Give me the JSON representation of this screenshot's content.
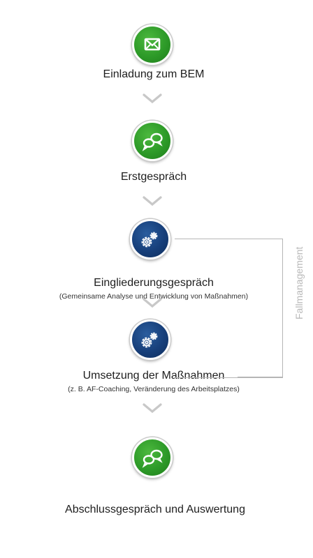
{
  "steps": [
    {
      "label": "Einladung zum BEM",
      "sub": "",
      "icon": "envelope-icon",
      "color": "#2d9a28"
    },
    {
      "label": "Erstgespräch",
      "sub": "",
      "icon": "speech-bubbles-icon",
      "color": "#2d9a28"
    },
    {
      "label": "Eingliederungsgespräch",
      "sub": "(Gemeinsame Analyse und Entwicklung von Maßnahmen)",
      "icon": "gears-icon",
      "color": "#173f7a"
    },
    {
      "label": "Umsetzung der Maßnahmen",
      "sub": "(z. B. AF-Coaching, Veränderung des Arbeitsplatzes)",
      "icon": "gears-icon",
      "color": "#173f7a"
    },
    {
      "label": "Abschlussgespräch und Auswertung",
      "sub": "",
      "icon": "speech-bubbles-icon",
      "color": "#2d9a28"
    }
  ],
  "bracket_label": "Fallmanagement",
  "chevron_icon": "chevron-down-icon"
}
